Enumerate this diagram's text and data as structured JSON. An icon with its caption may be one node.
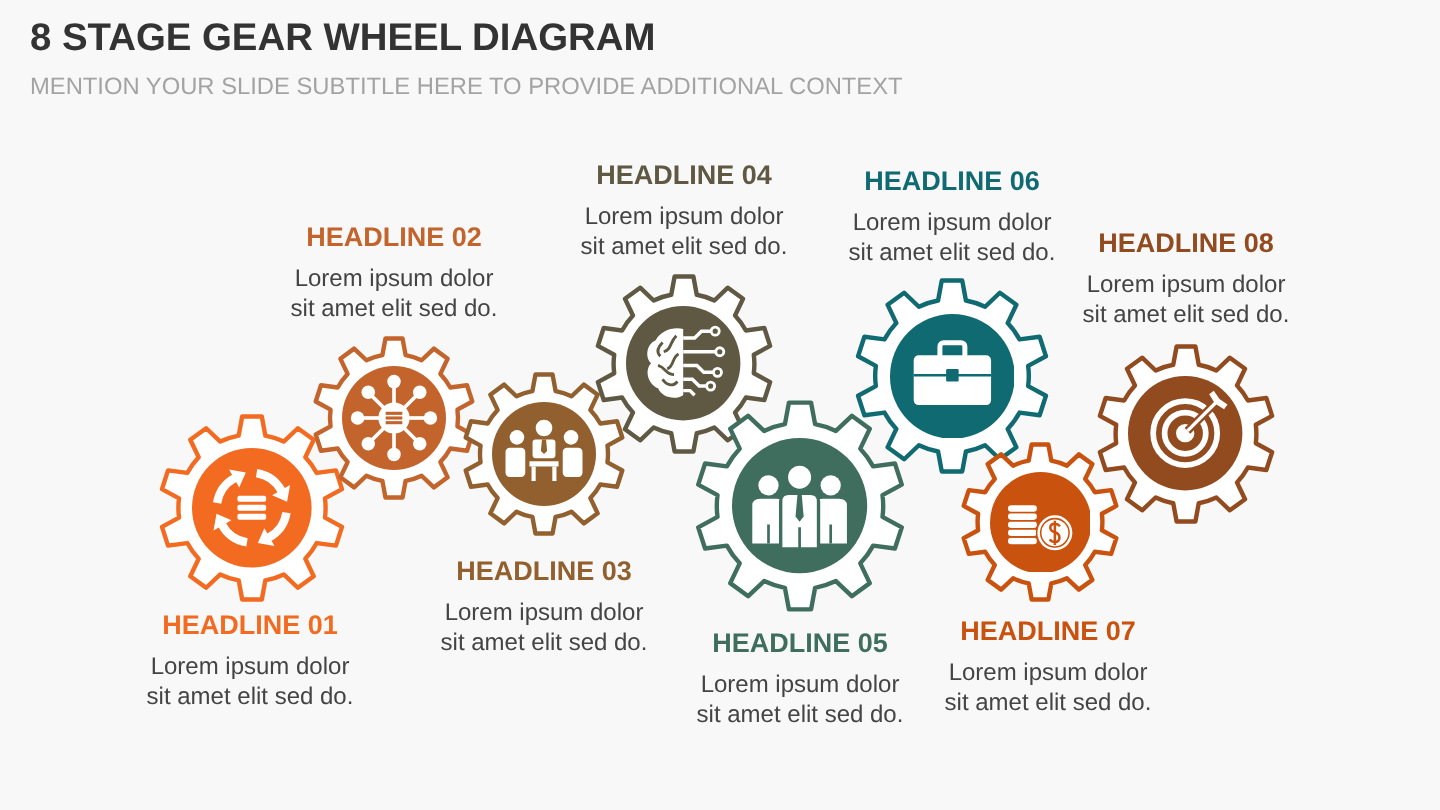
{
  "diagram": {
    "title": "8 STAGE GEAR WHEEL DIAGRAM",
    "nodes": [
      {
        "text": [
          "HEADLINE 01",
          "Lorem ipsum dolor sit amet elit sed do."
        ]
      },
      {
        "text": [
          "HEADLINE 02",
          "Lorem ipsum dolor sit amet elit sed do."
        ]
      },
      {
        "text": [
          "HEADLINE 03",
          "Lorem ipsum dolor sit amet elit sed do."
        ]
      },
      {
        "text": [
          "HEADLINE 04",
          "Lorem ipsum dolor sit amet elit sed do."
        ]
      },
      {
        "text": [
          "HEADLINE 05",
          "Lorem ipsum dolor sit amet elit sed do."
        ]
      },
      {
        "text": [
          "HEADLINE 06",
          "Lorem ipsum dolor sit amet elit sed do."
        ]
      },
      {
        "text": [
          "HEADLINE 07",
          "Lorem ipsum dolor sit amet elit sed do."
        ]
      },
      {
        "text": [
          "HEADLINE 08",
          "Lorem ipsum dolor sit amet elit sed do."
        ]
      }
    ],
    "labels": [
      "MENTION YOUR SLIDE SUBTITLE HERE TO PROVIDE ADDITIONAL CONTEXT"
    ]
  }
}
